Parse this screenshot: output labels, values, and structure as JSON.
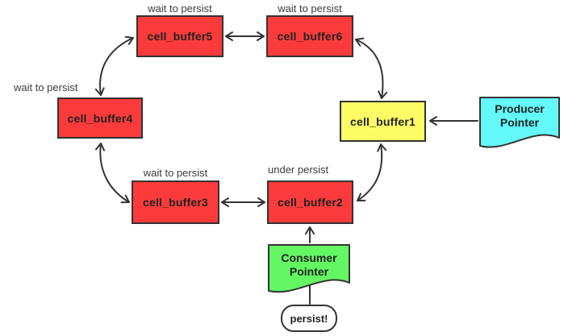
{
  "colors": {
    "buffer_red": "#fb3b3b",
    "buffer_yellow": "#fcfc66",
    "producer_cyan": "#63f9f9",
    "consumer_green": "#63f763",
    "stroke": "#333333",
    "caption_text": "#3b3b3b",
    "background": "#ffffff"
  },
  "nodes": [
    {
      "id": "cell_buffer1",
      "label": "cell_buffer1",
      "caption": "",
      "color": "buffer_yellow"
    },
    {
      "id": "cell_buffer2",
      "label": "cell_buffer2",
      "caption": "under persist",
      "color": "buffer_red"
    },
    {
      "id": "cell_buffer3",
      "label": "cell_buffer3",
      "caption": "wait to persist",
      "color": "buffer_red"
    },
    {
      "id": "cell_buffer4",
      "label": "cell_buffer4",
      "caption": "wait to persist",
      "color": "buffer_red"
    },
    {
      "id": "cell_buffer5",
      "label": "cell_buffer5",
      "caption": "wait to persist",
      "color": "buffer_red"
    },
    {
      "id": "cell_buffer6",
      "label": "cell_buffer6",
      "caption": "wait to persist",
      "color": "buffer_red"
    }
  ],
  "pointers": [
    {
      "id": "producer",
      "label": "Producer Pointer",
      "color": "producer_cyan"
    },
    {
      "id": "consumer",
      "label": "Consumer Pointer",
      "color": "consumer_green"
    }
  ],
  "action": {
    "label": "persist!"
  },
  "edges": [
    {
      "from": "cell_buffer5",
      "to": "cell_buffer6",
      "bidirectional": true
    },
    {
      "from": "cell_buffer6",
      "to": "cell_buffer1",
      "bidirectional": true
    },
    {
      "from": "cell_buffer1",
      "to": "cell_buffer2",
      "bidirectional": true
    },
    {
      "from": "cell_buffer2",
      "to": "cell_buffer3",
      "bidirectional": true
    },
    {
      "from": "cell_buffer3",
      "to": "cell_buffer4",
      "bidirectional": true
    },
    {
      "from": "cell_buffer4",
      "to": "cell_buffer5",
      "bidirectional": true
    },
    {
      "from": "Producer Pointer",
      "to": "cell_buffer1",
      "bidirectional": false
    },
    {
      "from": "Consumer Pointer",
      "to": "cell_buffer2",
      "bidirectional": false
    },
    {
      "from": "persist!",
      "to": "Consumer Pointer",
      "bidirectional": false
    }
  ]
}
